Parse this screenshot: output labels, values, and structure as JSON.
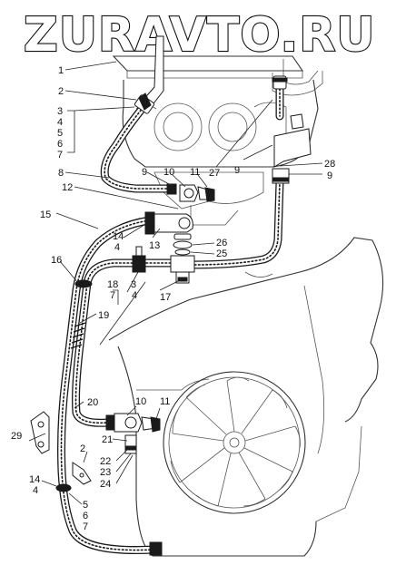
{
  "watermark": {
    "text": "ZURAVTO.RU"
  },
  "labels": [
    {
      "id": "l1a",
      "text": "1"
    },
    {
      "id": "l2a",
      "text": "2"
    },
    {
      "id": "l3a",
      "text": "3"
    },
    {
      "id": "l4a",
      "text": "4"
    },
    {
      "id": "l5a",
      "text": "5"
    },
    {
      "id": "l6a",
      "text": "6"
    },
    {
      "id": "l7a",
      "text": "7"
    },
    {
      "id": "l27",
      "text": "27"
    },
    {
      "id": "l9a",
      "text": "9"
    },
    {
      "id": "l28",
      "text": "28"
    },
    {
      "id": "l9b",
      "text": "9"
    },
    {
      "id": "l8",
      "text": "8"
    },
    {
      "id": "l9c",
      "text": "9"
    },
    {
      "id": "l10a",
      "text": "10"
    },
    {
      "id": "l11a",
      "text": "11"
    },
    {
      "id": "l12",
      "text": "12"
    },
    {
      "id": "l15",
      "text": "15"
    },
    {
      "id": "l14a",
      "text": "14"
    },
    {
      "id": "l4b",
      "text": "4"
    },
    {
      "id": "l13",
      "text": "13"
    },
    {
      "id": "l26",
      "text": "26"
    },
    {
      "id": "l25",
      "text": "25"
    },
    {
      "id": "l16",
      "text": "16"
    },
    {
      "id": "l18",
      "text": "18"
    },
    {
      "id": "l3b",
      "text": "3"
    },
    {
      "id": "l7b",
      "text": "7"
    },
    {
      "id": "l4c",
      "text": "4"
    },
    {
      "id": "l17",
      "text": "17"
    },
    {
      "id": "l19",
      "text": "19"
    },
    {
      "id": "l20",
      "text": "20"
    },
    {
      "id": "l10b",
      "text": "10"
    },
    {
      "id": "l11b",
      "text": "11"
    },
    {
      "id": "l29",
      "text": "29"
    },
    {
      "id": "l21",
      "text": "21"
    },
    {
      "id": "l2b",
      "text": "2"
    },
    {
      "id": "l22",
      "text": "22"
    },
    {
      "id": "l23",
      "text": "23"
    },
    {
      "id": "l24",
      "text": "24"
    },
    {
      "id": "l14b",
      "text": "14"
    },
    {
      "id": "l4d",
      "text": "4"
    },
    {
      "id": "l5b",
      "text": "5"
    },
    {
      "id": "l6b",
      "text": "6"
    },
    {
      "id": "l7c",
      "text": "7"
    }
  ]
}
